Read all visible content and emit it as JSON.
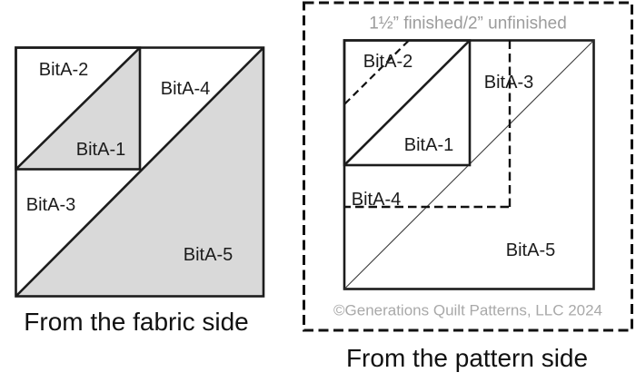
{
  "figures": {
    "fabric": {
      "caption": "From the fabric side",
      "labels": {
        "p1": "BitA-1",
        "p2": "BitA-2",
        "p3": "BitA-3",
        "p4": "BitA-4",
        "p5": "BitA-5"
      }
    },
    "pattern": {
      "size_note": "1½” finished/2” unfinished",
      "copyright": "©Generations Quilt Patterns, LLC 2024",
      "caption": "From the pattern side",
      "labels": {
        "p1": "BitA-1",
        "p2": "BitA-2",
        "p3": "BitA-3",
        "p4": "BitA-4",
        "p5": "BitA-5"
      }
    }
  },
  "colors": {
    "piece_fill": "#d9d9d9",
    "line": "#1c1c1c",
    "dash": "#111111",
    "muted_text": "#9c9c9c",
    "copyright_text": "#a9a9a9",
    "caption_text": "#111111",
    "bg": "#ffffff"
  }
}
